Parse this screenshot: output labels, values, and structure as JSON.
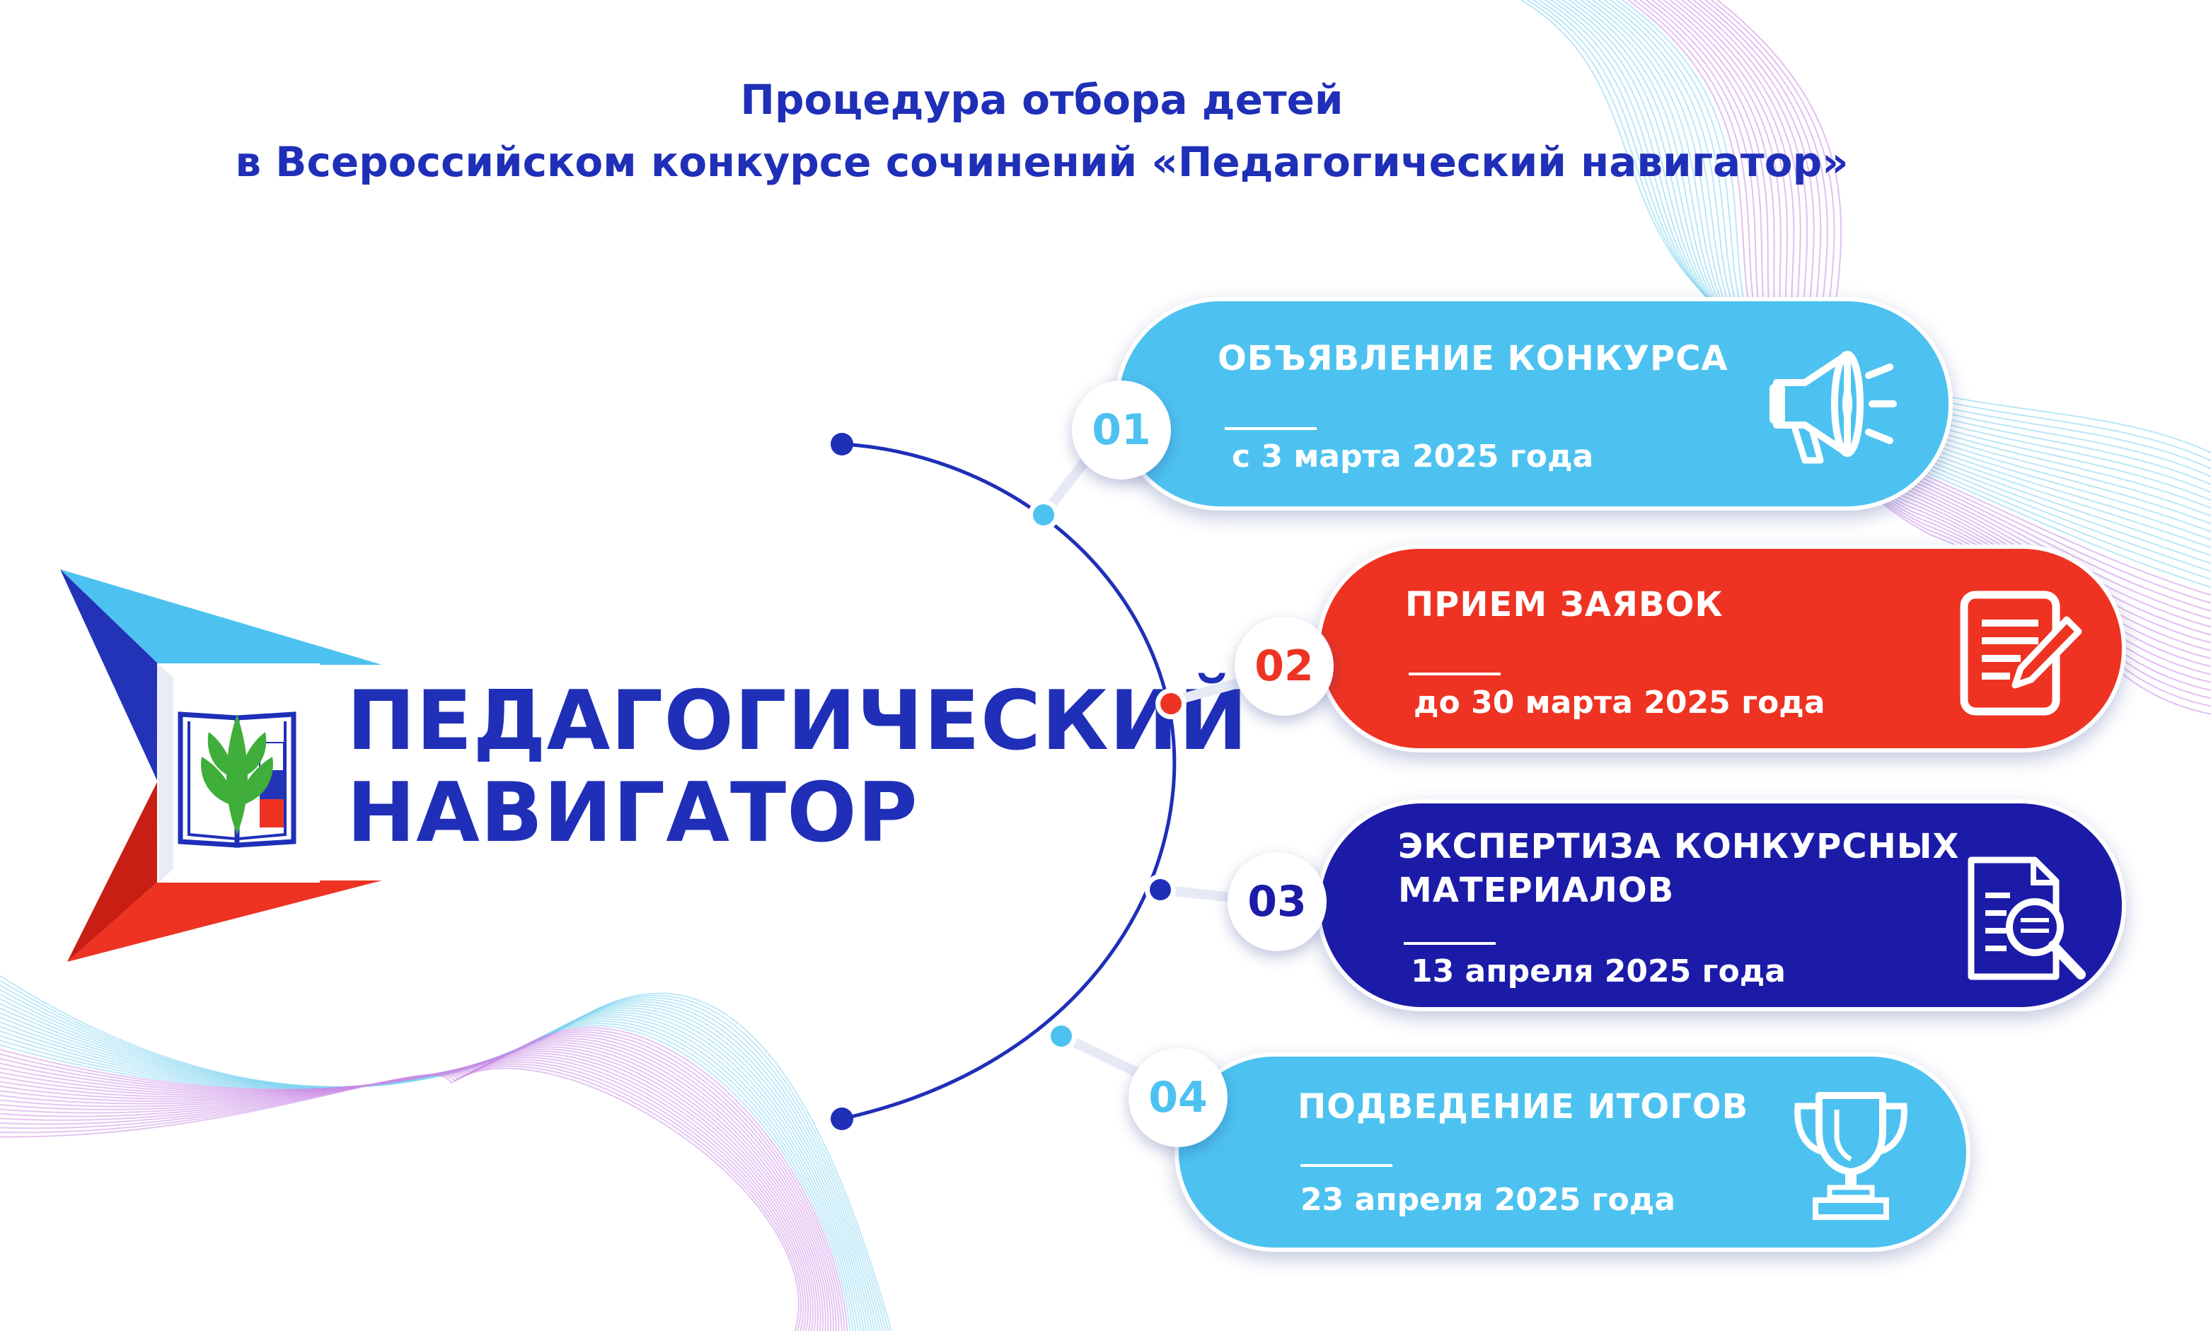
{
  "title": {
    "line1": "Процедура отбора детей",
    "line2": "в Всероссийском конкурсе сочинений «Педагогический навигатор»"
  },
  "logo": {
    "word1": "ПЕДАГОГИЧЕСКИЙ",
    "word2": "НАВИГАТОР"
  },
  "colors": {
    "brand_blue": "#1f2fb8",
    "light_blue": "#4dc2f0",
    "red": "#ee3322",
    "navy": "#1b1ba8",
    "wave_purple": "#c98be6",
    "wave_cyan": "#7fd3ef"
  },
  "steps": [
    {
      "number": "01",
      "title": "ОБЪЯВЛЕНИЕ КОНКУРСА",
      "date": "с 3 марта 2025 года",
      "icon": "megaphone-icon"
    },
    {
      "number": "02",
      "title": "ПРИЕМ ЗАЯВОК",
      "date": "до 30 марта 2025 года",
      "icon": "document-pen-icon"
    },
    {
      "number": "03",
      "title": "ЭКСПЕРТИЗА КОНКУРСНЫХ МАТЕРИАЛОВ",
      "date": "13 апреля 2025 года",
      "icon": "document-search-icon"
    },
    {
      "number": "04",
      "title": "ПОДВЕДЕНИЕ ИТОГОВ",
      "date": "23 апреля 2025 года",
      "icon": "trophy-icon"
    }
  ]
}
